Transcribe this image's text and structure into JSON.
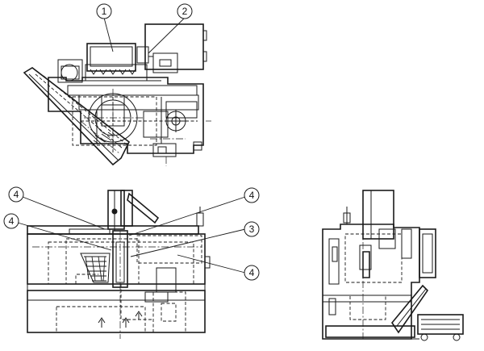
{
  "callouts": [
    {
      "id": "c1-top",
      "label": "1"
    },
    {
      "id": "c2-top",
      "label": "2"
    },
    {
      "id": "c4-left-a",
      "label": "4"
    },
    {
      "id": "c4-left-b",
      "label": "4"
    },
    {
      "id": "c4-right-a",
      "label": "4"
    },
    {
      "id": "c3-right",
      "label": "3"
    },
    {
      "id": "c4-right-b",
      "label": "4"
    }
  ]
}
